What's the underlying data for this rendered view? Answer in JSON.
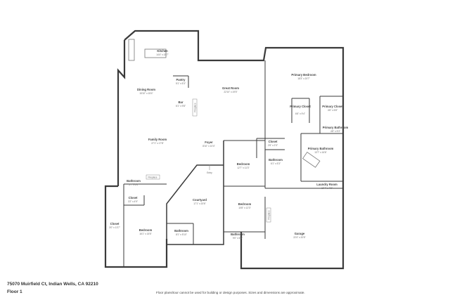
{
  "footer": {
    "address": "75070 Muirfield Ct, Indian Wells, CA 92210",
    "floor": "Floor 1",
    "disclaimer": "Floor plans/tour cannot be used for building or design purposes. Sizes and dimensions are approximate."
  },
  "rooms": [
    {
      "id": "kitchen",
      "name": "Kitchen",
      "dims": "14'4\" x 15'7\""
    },
    {
      "id": "pantry",
      "name": "Pantry",
      "dims": "5'1\" x 5'3\""
    },
    {
      "id": "dining",
      "name": "Dining Room",
      "dims": "15'10\" x 15'4\""
    },
    {
      "id": "great",
      "name": "Great Room",
      "dims": "22'10\" x 19'5\""
    },
    {
      "id": "bar",
      "name": "Bar",
      "dims": "6'1\" x 9'8\""
    },
    {
      "id": "family",
      "name": "Family Room",
      "dims": "27'1\" x 17'8\""
    },
    {
      "id": "foyer",
      "name": "Foyer",
      "dims": "8'10\" x 10'4\""
    },
    {
      "id": "primary-bedroom",
      "name": "Primary Bedroom",
      "dims": "18'3\" x 20'7\""
    },
    {
      "id": "primary-closet-1",
      "name": "Primary Closet",
      "dims": "6'6\" x 9'4\""
    },
    {
      "id": "primary-closet-2",
      "name": "Primary Closet",
      "dims": "4'6\" x 6'8\""
    },
    {
      "id": "primary-bathroom-small",
      "name": "Primary Bathroom",
      "dims": "4'8\" x 5'3\""
    },
    {
      "id": "primary-bathroom",
      "name": "Primary Bathroom",
      "dims": "13'7\" x 16'6\""
    },
    {
      "id": "closet-hall",
      "name": "Closet",
      "dims": "2'6\" x 2'3\""
    },
    {
      "id": "bedroom-2",
      "name": "Bedroom",
      "dims": "12'7\" x 11'3\""
    },
    {
      "id": "bathroom-2",
      "name": "Bathroom",
      "dims": "6'1\" x 5'3\""
    },
    {
      "id": "laundry",
      "name": "Laundry Room",
      "dims": "10'4\" x 4'6\""
    },
    {
      "id": "bathroom-left",
      "name": "Bathroom",
      "dims": "5'7\" x 6'4\""
    },
    {
      "id": "closet-left",
      "name": "Closet",
      "dims": "3'2\" x 4'9\""
    },
    {
      "id": "closet-tall",
      "name": "Closet",
      "dims": "3'0\" x 13'7\""
    },
    {
      "id": "bedroom-left",
      "name": "Bedroom",
      "dims": "16'1\" x 15'5\""
    },
    {
      "id": "courtyard",
      "name": "Courtyard",
      "dims": "17'1\" x 20'6\""
    },
    {
      "id": "bathroom-court",
      "name": "Bathroom",
      "dims": "8'1\" x 5'10\""
    },
    {
      "id": "bedroom-3",
      "name": "Bedroom",
      "dims": "10'8\" x 12'3\""
    },
    {
      "id": "bathroom-3",
      "name": "Bathroom",
      "dims": "9'0\" x 6'4\""
    },
    {
      "id": "garage",
      "name": "Garage",
      "dims": "22'4\" x 20'5\""
    }
  ],
  "labels": {
    "fireplace_left": "Fireplace",
    "fireplace_great": "Fireplace",
    "fireplace_bedroom3": "Fireplace",
    "entry": "Entry"
  }
}
